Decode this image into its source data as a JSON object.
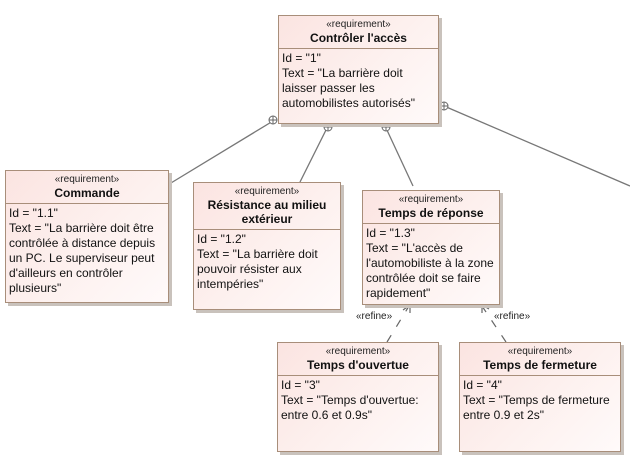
{
  "diagram": {
    "stereotype": "«requirement»",
    "refine_label": "«refine»",
    "requirements": {
      "root": {
        "name": "Contrôler l'accès",
        "id_line": "Id = \"1\"",
        "text_line": "Text = \"La barrière doit laisser passer les automobilistes autorisés\""
      },
      "commande": {
        "name": "Commande",
        "id_line": "Id = \"1.1\"",
        "text_line": "Text = \"La barrière doit être contrôlée à distance depuis un PC. Le superviseur peut d'ailleurs en contrôler plusieurs\""
      },
      "resistance": {
        "name": "Résistance au milieu extérieur",
        "id_line": "Id = \"1.2\"",
        "text_line": "Text = \"La barrière doit pouvoir résister aux intempéries\""
      },
      "reponse": {
        "name": "Temps de réponse",
        "id_line": "Id = \"1.3\"",
        "text_line": "Text = \"L'accès de l'automobiliste à la zone contrôlée doit se faire rapidement\""
      },
      "ouverture": {
        "name": "Temps d'ouvertue",
        "id_line": "Id = \"3\"",
        "text_line": "Text = \"Temps d'ouvertue: entre 0.6 et 0.9s\""
      },
      "fermeture": {
        "name": "Temps de fermeture",
        "id_line": "Id = \"4\"",
        "text_line": "Text = \"Temps de fermeture entre 0.9 et 2s\""
      }
    }
  }
}
